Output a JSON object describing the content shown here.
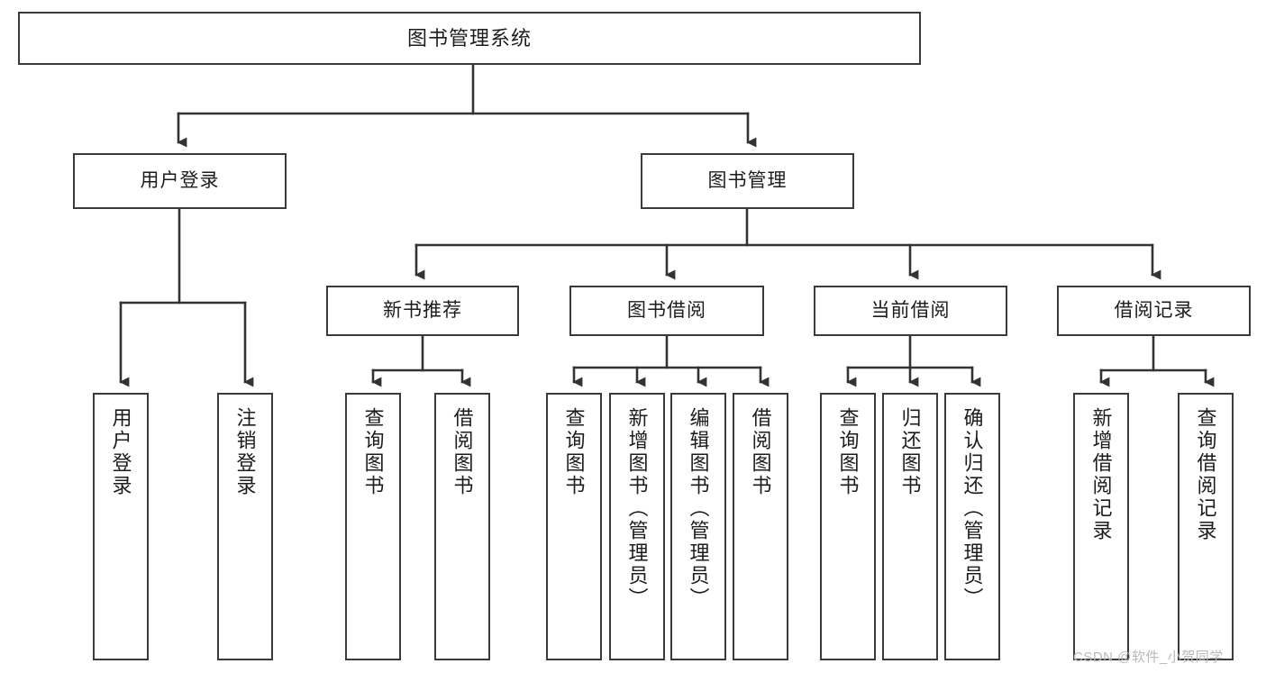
{
  "diagram": {
    "type": "tree-hierarchy",
    "title": "图书管理系统",
    "watermark": "CSDN @软件_小贺同学",
    "colors": {
      "background": "#ffffff",
      "box_border": "#3a3a3a",
      "box_fill": "#ffffff",
      "text": "#1c1c1c",
      "connector": "#333333",
      "watermark": "#b9b9b9"
    },
    "levels": {
      "root": {
        "label": "图书管理系统"
      },
      "level2": [
        {
          "id": "user-login",
          "label": "用户登录"
        },
        {
          "id": "book-manage",
          "label": "图书管理"
        }
      ],
      "level3": [
        {
          "id": "new-book-recommend",
          "label": "新书推荐"
        },
        {
          "id": "book-borrow",
          "label": "图书借阅"
        },
        {
          "id": "current-borrow",
          "label": "当前借阅"
        },
        {
          "id": "borrow-record",
          "label": "借阅记录"
        }
      ],
      "leaves": {
        "user_login": [
          {
            "id": "leaf-user-login",
            "label": "用户登录"
          },
          {
            "id": "leaf-logout-login",
            "label": "注销登录"
          }
        ],
        "new_book_recommend": [
          {
            "id": "leaf-query-book-1",
            "label": "查询图书"
          },
          {
            "id": "leaf-borrow-book-1",
            "label": "借阅图书"
          }
        ],
        "book_borrow": [
          {
            "id": "leaf-query-book-2",
            "label": "查询图书"
          },
          {
            "id": "leaf-add-book",
            "label": "新增图书（管理员）"
          },
          {
            "id": "leaf-edit-book",
            "label": "编辑图书（管理员）"
          },
          {
            "id": "leaf-borrow-book-2",
            "label": "借阅图书"
          }
        ],
        "current_borrow": [
          {
            "id": "leaf-query-book-3",
            "label": "查询图书"
          },
          {
            "id": "leaf-return-book",
            "label": "归还图书"
          },
          {
            "id": "leaf-confirm-return",
            "label": "确认归还（管理员）"
          }
        ],
        "borrow_record": [
          {
            "id": "leaf-add-record",
            "label": "新增借阅记录"
          },
          {
            "id": "leaf-query-record",
            "label": "查询借阅记录"
          }
        ]
      }
    }
  }
}
